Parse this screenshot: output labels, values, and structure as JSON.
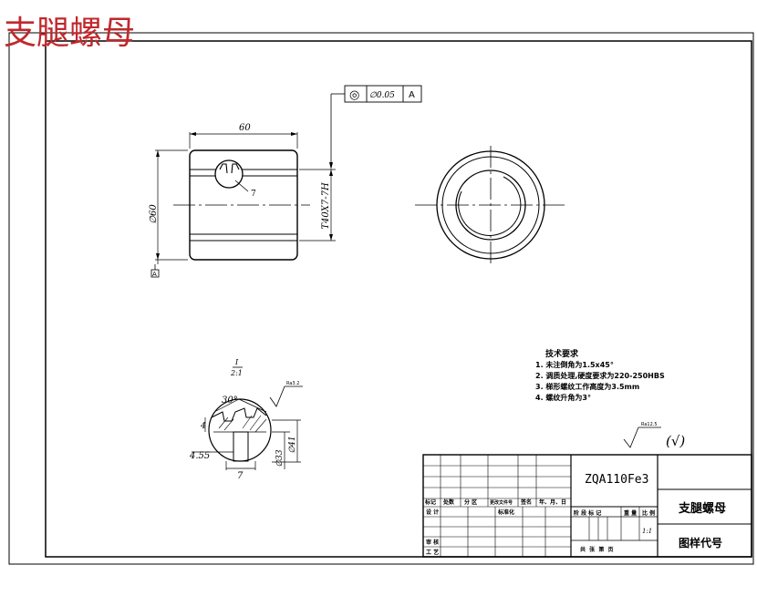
{
  "title_overlay": "支腿螺母",
  "gdt": {
    "symbol": "◎",
    "tolerance": "∅0.05",
    "datum": "A"
  },
  "dimensions": {
    "length": "60",
    "diameter": "∅60",
    "thread": "T40X7-7H",
    "leader_label": "7",
    "datum_box": "A"
  },
  "detail": {
    "scale_num": "I",
    "scale_den": "2:1",
    "angle": "30°",
    "depth": "4",
    "offset": "4.55",
    "width": "7",
    "d_outer": "∅41",
    "d_inner": "∅33",
    "roughness": "Ra3.2"
  },
  "tech_req": {
    "heading": "技术要求",
    "items": [
      "1. 未注倒角为1.5x45°",
      "2. 调质处理,硬度要求为220-250HBS",
      "3. 梯形螺纹工作高度为3.5mm",
      "4. 螺纹升角为3°"
    ]
  },
  "surface_finish": {
    "value": "Ra12.5",
    "bracket": "(√)"
  },
  "title_block": {
    "drawing_code": "ZQA110Fe3",
    "part_name": "支腿螺母",
    "chart_code_label": "图样代号",
    "row_labels": [
      "标记",
      "处数",
      "分 区",
      "更改文件号",
      "签名",
      "年、月、日"
    ],
    "design_label": "设 计",
    "standard_label": "标准化",
    "check_label": "审 核",
    "process_label": "工 艺",
    "stage_label": "阶 段 标 记",
    "weight_label": "重 量",
    "scale_label": "比 例",
    "scale_value": "1:1",
    "sheets_label": "共  张  第  页"
  },
  "colors": {
    "line": "#000000",
    "overlay": "#c0282c"
  }
}
